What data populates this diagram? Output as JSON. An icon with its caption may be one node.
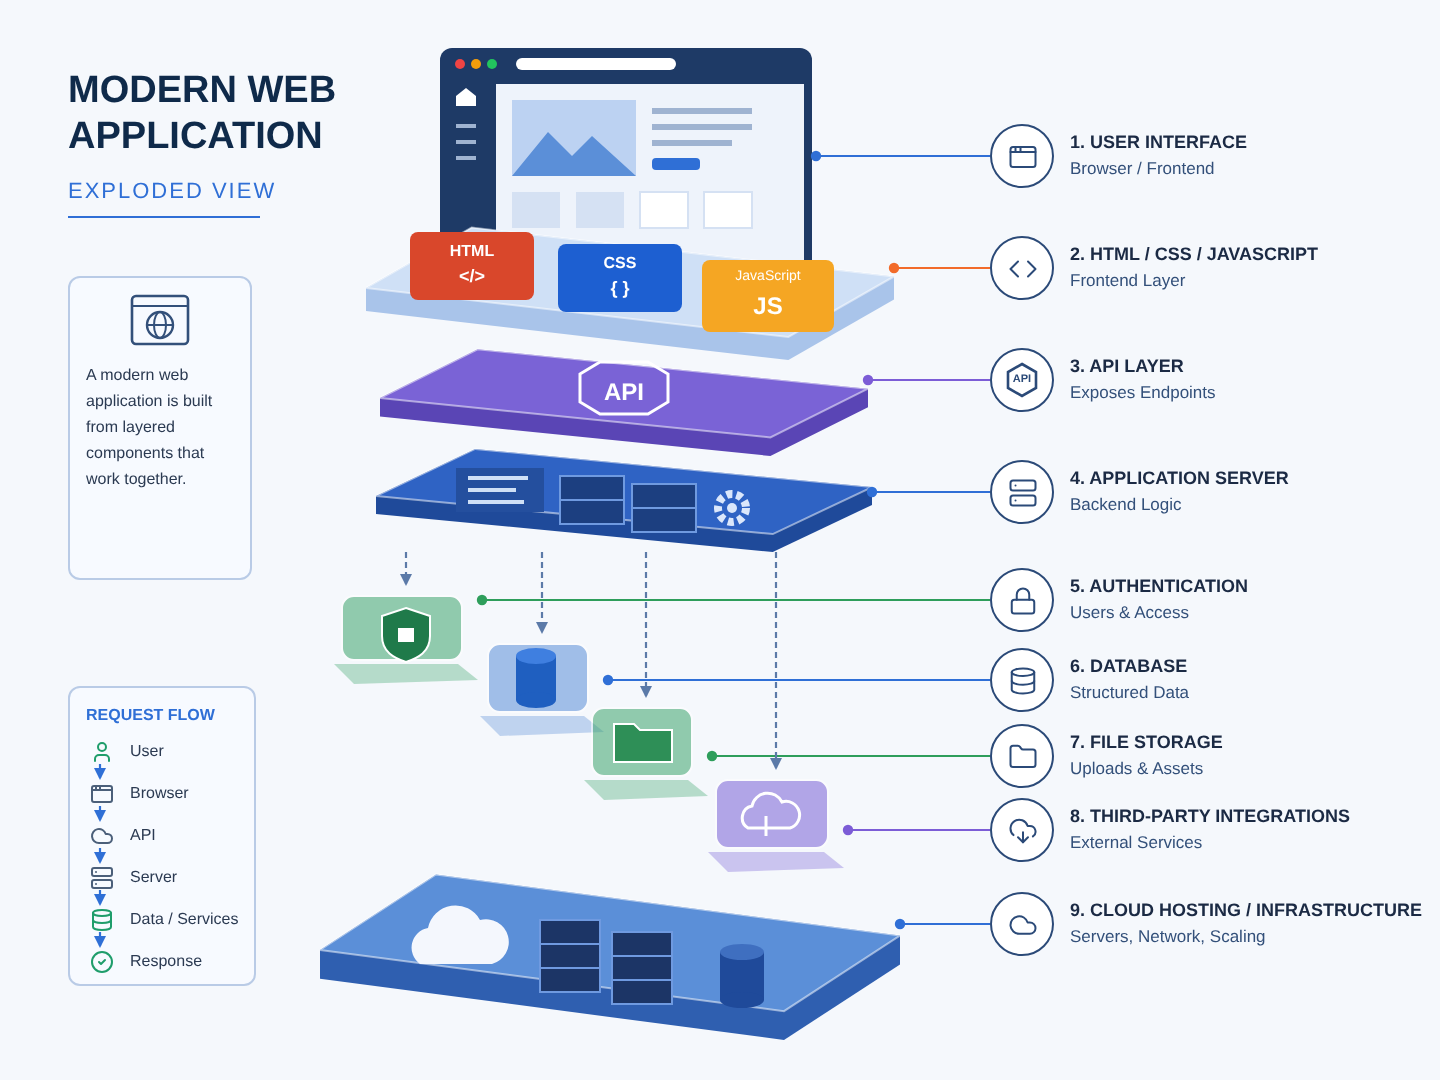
{
  "diagram": {
    "title": "MODERN WEB APPLICATION",
    "nodes": [
      {
        "text": [
          "A modern web application is built from layered components that work together."
        ]
      },
      {
        "text": [
          "REQUEST FLOW"
        ]
      },
      {
        "text": [
          "User"
        ],
        "in": 1
      },
      {
        "text": [
          "Browser"
        ],
        "in": 1
      },
      {
        "text": [
          "API"
        ],
        "in": 1
      },
      {
        "text": [
          "Server"
        ],
        "in": 1
      },
      {
        "text": [
          "Data / Services"
        ],
        "in": 1
      },
      {
        "text": [
          "Response"
        ],
        "in": 1
      },
      {
        "text": [],
        "shape": "picture"
      },
      {
        "text": [],
        "shape": "picture"
      },
      {
        "text": [
          "API"
        ]
      },
      {
        "text": [],
        "shape": "picture"
      },
      {
        "text": [],
        "shape": "picture"
      },
      {
        "text": [],
        "shape": "picture"
      },
      {
        "text": [],
        "shape": "picture"
      },
      {
        "text": [],
        "shape": "picture"
      },
      {
        "text": [],
        "shape": "picture"
      },
      {
        "text": [
          "1. USER INTERFACE",
          "Browser / Frontend"
        ]
      },
      {
        "text": [
          "2. HTML / CSS / JAVASCRIPT",
          "Frontend Layer"
        ]
      },
      {
        "text": [
          "3. API LAYER",
          "Exposes Endpoints"
        ]
      },
      {
        "text": [
          "4. APPLICATION SERVER",
          "Backend Logic"
        ]
      },
      {
        "text": [
          "5. AUTHENTICATION",
          "Users & Access"
        ]
      },
      {
        "text": [
          "6. DATABASE",
          "Structured Data"
        ]
      },
      {
        "text": [
          "7. FILE STORAGE",
          "Uploads & Assets"
        ]
      },
      {
        "text": [
          "8. THIRD-PARTY INTEGRATIONS",
          "External Services"
        ]
      },
      {
        "text": [
          "9. CLOUD HOSTING / INFRASTRUCTURE",
          "Servers, Network, Scaling"
        ]
      }
    ],
    "edges": [
      {
        "from": 17,
        "to": 8,
        "arrow": "other"
      },
      {
        "from": 18,
        "to": 9,
        "arrow": "other",
        "color": "#f26b2a"
      },
      {
        "from": 19,
        "to": 10,
        "arrow": "other",
        "color": "#7c5cd6"
      },
      {
        "from": 20,
        "to": 11,
        "arrow": "other"
      },
      {
        "from": 21,
        "to": 12,
        "arrow": "other",
        "color": "#2e9e5b"
      },
      {
        "from": 22,
        "to": 13,
        "arrow": "other"
      },
      {
        "from": 23,
        "to": 14,
        "arrow": "other",
        "color": "#2e9e5b"
      },
      {
        "from": 24,
        "to": 15,
        "arrow": "other",
        "color": "#7c5cd6"
      },
      {
        "from": 25,
        "to": 16,
        "arrow": "other"
      },
      {
        "from": 11,
        "to": 12,
        "arrow": "to",
        "style": "dashed",
        "color": "#5b7aa8"
      },
      {
        "from": 11,
        "to": 13,
        "arrow": "to",
        "style": "dashed",
        "color": "#5b7aa8"
      },
      {
        "from": 11,
        "to": 14,
        "arrow": "to",
        "style": "dashed",
        "color": "#5b7aa8"
      },
      {
        "from": 11,
        "to": 15,
        "arrow": "to",
        "style": "dashed",
        "color": "#5b7aa8"
      },
      {
        "from": 2,
        "to": 3,
        "arrow": "to"
      },
      {
        "from": 3,
        "to": 4,
        "arrow": "to"
      },
      {
        "from": 4,
        "to": 5,
        "arrow": "to"
      },
      {
        "from": 5,
        "to": 6,
        "arrow": "to"
      },
      {
        "from": 6,
        "to": 7,
        "arrow": "to"
      }
    ],
    "labels": [
      "EXPLODED VIEW",
      "HTML",
      "</>",
      "CSS",
      "{ }",
      "JavaScript",
      "JS",
      "API"
    ]
  }
}
